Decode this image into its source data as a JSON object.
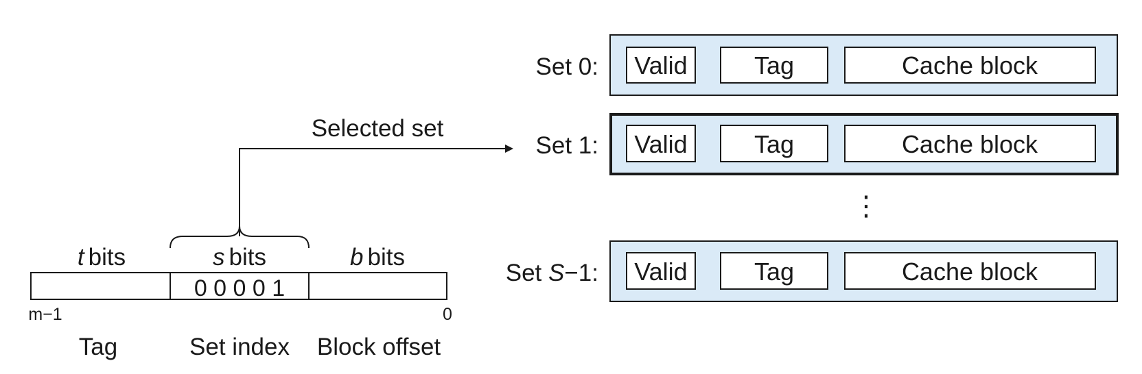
{
  "address": {
    "field_labels": {
      "tag_var": "t",
      "set_var": "s",
      "block_var": "b",
      "bits_word": "bits"
    },
    "set_index_bits": "0 0 0 0 1",
    "msb_label": "m−1",
    "lsb_label": "0",
    "field_names": {
      "tag": "Tag",
      "set_index": "Set index",
      "block_offset": "Block offset"
    }
  },
  "selected_set_label": "Selected set",
  "cache": {
    "sets": [
      {
        "label": "Set 0:",
        "selected": false,
        "fields": [
          "Valid",
          "Tag",
          "Cache block"
        ]
      },
      {
        "label": "Set 1:",
        "selected": true,
        "fields": [
          "Valid",
          "Tag",
          "Cache block"
        ]
      },
      {
        "label_prefix": "Set ",
        "label_var": "S",
        "label_suffix": "−1:",
        "selected": false,
        "fields": [
          "Valid",
          "Tag",
          "Cache block"
        ]
      }
    ],
    "ellipsis": "⋮"
  }
}
